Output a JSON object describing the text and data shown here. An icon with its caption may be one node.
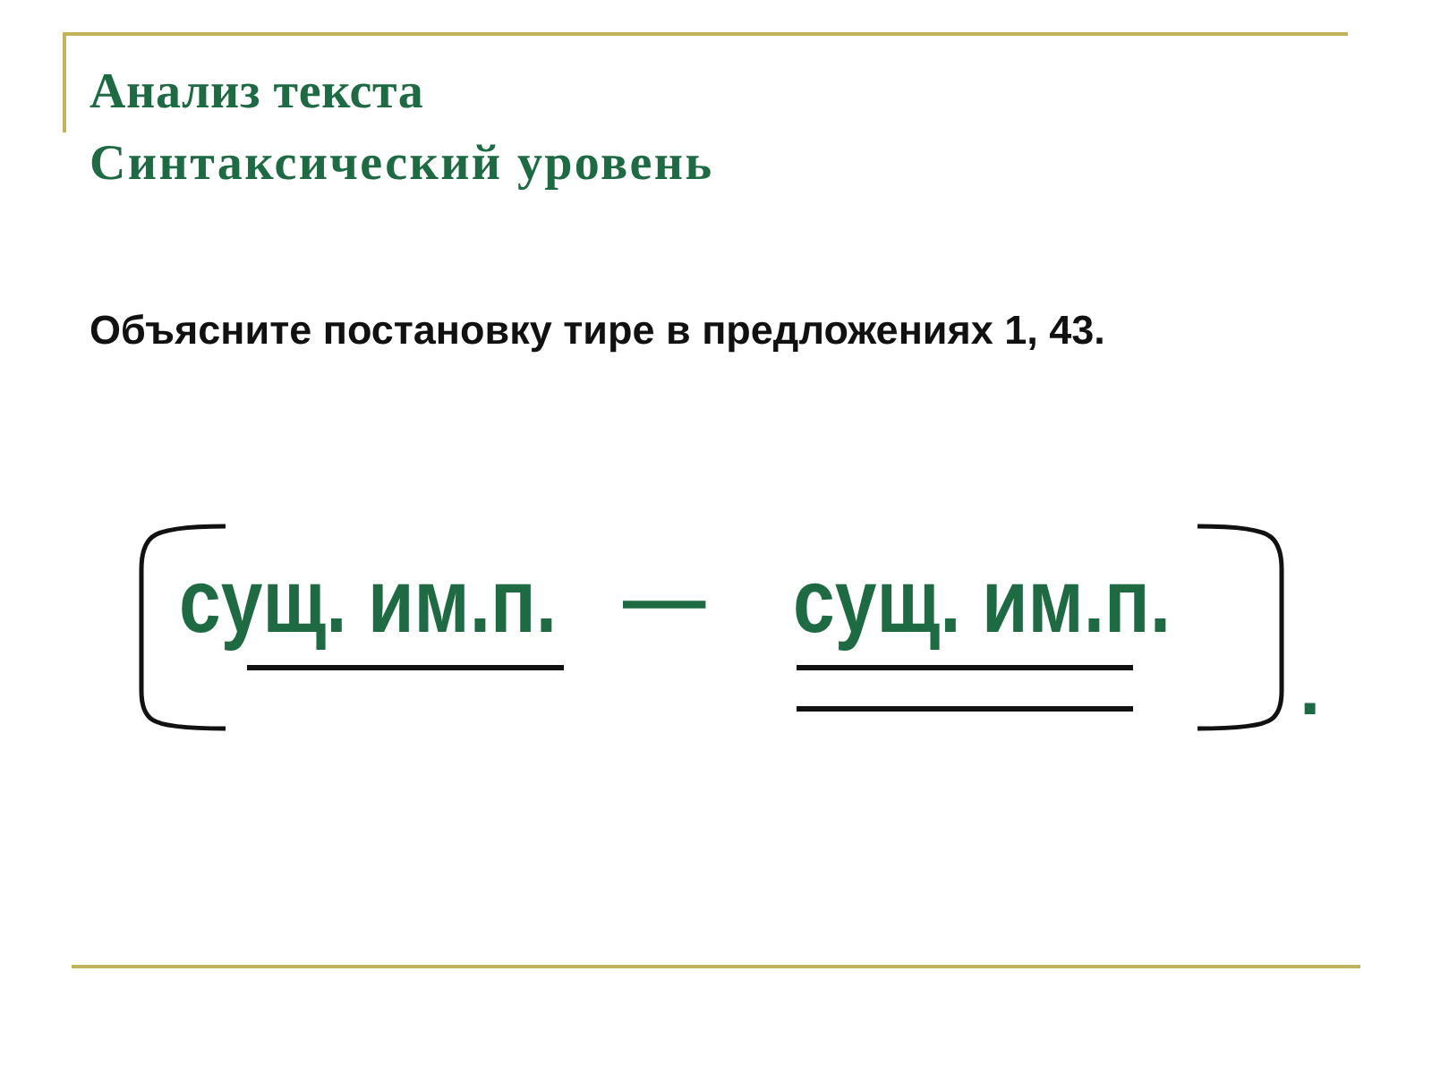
{
  "diagram": {
    "title": "Анализ текста",
    "labels": [
      "Синтаксический уровень",
      "Объясните постановку тире в предложениях 1, 43.",
      "сущ. им.п.",
      "—",
      "сущ. им.п.",
      "."
    ]
  }
}
